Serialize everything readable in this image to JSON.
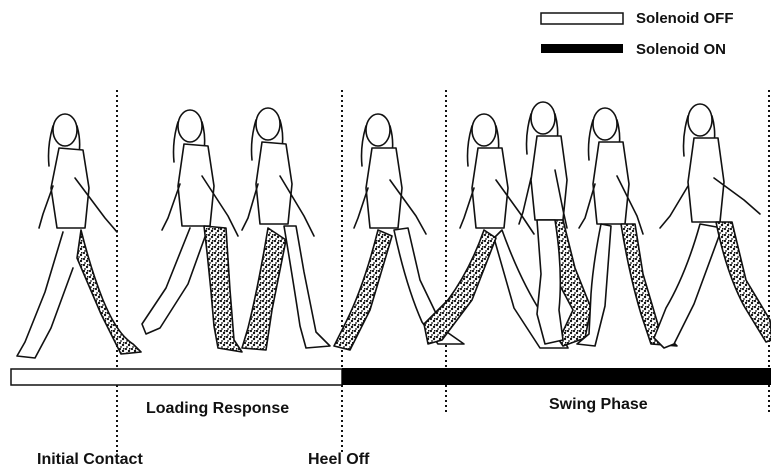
{
  "legend": {
    "off_label": "Solenoid OFF",
    "on_label": "Solenoid ON"
  },
  "phases": {
    "loading_response": "Loading Response",
    "swing_phase": "Swing Phase"
  },
  "events": {
    "initial_contact": "Initial Contact",
    "heel_off": "Heel Off"
  },
  "colors": {
    "ink": "#111111",
    "solenoid_off_fill": "#ffffff",
    "solenoid_on_fill": "#000000",
    "brace_pattern": "#222222"
  }
}
